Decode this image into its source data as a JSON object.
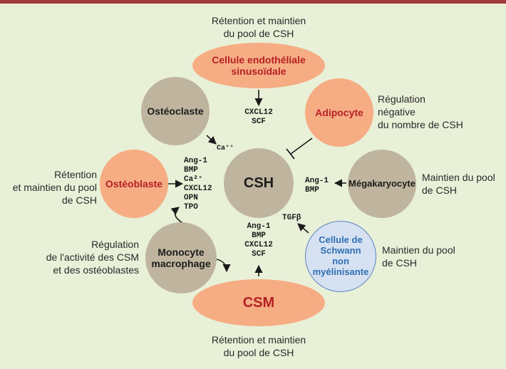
{
  "nodes": {
    "endothelial": "Cellule endothéliale sinusoïdale",
    "osteoclast": "Ostéoclaste",
    "adipocyte": "Adipocyte",
    "osteoblast": "Ostéoblaste",
    "csh": "CSH",
    "megakaryocyte": "Mégakaryocyte",
    "monocyte": "Monocyte macrophage",
    "schwann": "Cellule de Schwann non myélinisante",
    "csm": "CSM"
  },
  "labels": {
    "top_line1": "Rétention et maintien",
    "top_line2": "du pool de CSH",
    "adipocyte_line1": "Régulation",
    "adipocyte_line2": "négative",
    "adipocyte_line3": "du nombre de CSH",
    "osteoblast_line1": "Rétention",
    "osteoblast_line2": "et maintien du pool",
    "osteoblast_line3": "de CSH",
    "mega_line1": "Maintien du pool",
    "mega_line2": "de CSH",
    "monocyte_line1": "Régulation",
    "monocyte_line2": "de l'activité des CSM",
    "monocyte_line3": "et des ostéoblastes",
    "schwann_line1": "Maintien du pool",
    "schwann_line2": "de CSH",
    "bottom_line1": "Rétention et maintien",
    "bottom_line2": "du pool de CSH"
  },
  "molecules": {
    "endothelial": [
      "CXCL12",
      "SCF"
    ],
    "osteoclast": "Ca⁺⁺",
    "osteoblast": [
      "Ang-1",
      "BMP",
      "Ca²⁺",
      "CXCL12",
      "OPN",
      "TPO"
    ],
    "megakaryocyte": [
      "Ang-1",
      "BMP"
    ],
    "schwann": "TGFβ",
    "csm": [
      "Ang-1",
      "BMP",
      "CXCL12",
      "SCF"
    ]
  },
  "colors": {
    "stromal_gray": "#bfb59e",
    "orange": "#f6ad84",
    "red_text": "#b52024",
    "blue_fill": "#d6e1f1",
    "blue_text": "#2f6fb4",
    "background": "#e9f0d8",
    "top_bar": "#a23a3a"
  }
}
